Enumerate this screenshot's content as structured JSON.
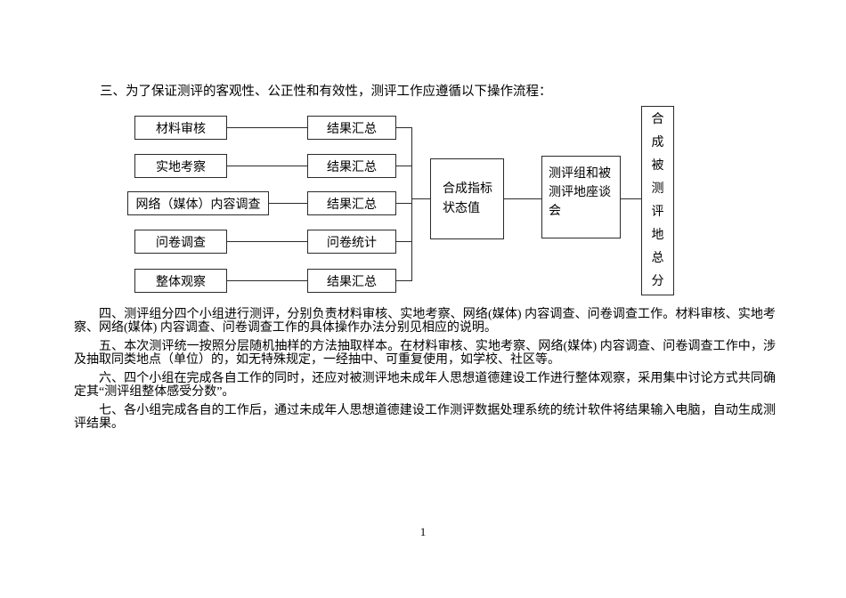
{
  "page": {
    "intro": "三、为了保证测评的客观性、公正性和有效性，测评工作应遵循以下操作流程：",
    "page_number": "1"
  },
  "flowchart": {
    "rows": [
      {
        "source": "材料审核",
        "result": "结果汇总"
      },
      {
        "source": "实地考察",
        "result": "结果汇总"
      },
      {
        "source": "网络（媒体）内容调查",
        "result": "结果汇总"
      },
      {
        "source": "问卷调查",
        "result": "问卷统计"
      },
      {
        "source": "整体观察",
        "result": "结果汇总"
      }
    ],
    "merge_box_line1": "合成指标",
    "merge_box_line2": "状态值",
    "meeting_box": "测评组和被测评地座谈会",
    "final_box": "合成被测评地总分"
  },
  "paragraphs": {
    "p4": "四、测评组分四个小组进行测评，分别负责材料审核、实地考察、网络(媒体) 内容调查、问卷调查工作。材料审核、实地考察、网络(媒体) 内容调查、问卷调查工作的具体操作办法分别见相应的说明。",
    "p5": "五、本次测评统一按照分层随机抽样的方法抽取样本。在材料审核、实地考察、网络(媒体) 内容调查、问卷调查工作中，涉及抽取同类地点（单位）的，如无特殊规定，一经抽中、可重复使用，如学校、社区等。",
    "p6": "六、四个小组在完成各自工作的同时，还应对被测评地未成年人思想道德建设工作进行整体观察，采用集中讨论方式共同确定其“测评组整体感受分数”。",
    "p7": "七、各小组完成各自的工作后，通过未成年人思想道德建设工作测评数据处理系统的统计软件将结果输入电脑，自动生成测评结果。"
  }
}
